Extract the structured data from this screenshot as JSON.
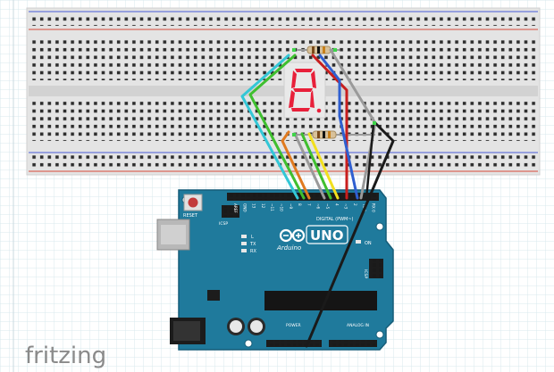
{
  "app": {
    "logo": "fritzing"
  },
  "arduino": {
    "brand": "Arduino",
    "model": "UNO",
    "reset_label": "RESET",
    "icsp_label": "ICSP",
    "icsp2_label": "ICSP",
    "digital_label": "DIGITAL (PWM~)",
    "analog_label": "ANALOG IN",
    "power_label": "POWER",
    "on_label": "ON",
    "tx_label": "TX",
    "rx_label": "RX",
    "l_label": "L",
    "digital_pins": [
      "AREF",
      "GND",
      "13",
      "12",
      "~11",
      "~10",
      "~9",
      "8",
      "7",
      "~6",
      "~5",
      "4",
      "~3",
      "2",
      "TX 1",
      "RX 0"
    ]
  },
  "colors": {
    "grid": "#d9e8ee",
    "breadboard": "#e4e4e4",
    "rail_red": "#d94a3a",
    "rail_blue": "#4a5bd9",
    "board": "#1f7a9c",
    "segment": "#e8203a",
    "wire_cyan": "#33c7d6",
    "wire_orange": "#e07a1f",
    "wire_green": "#3fbf2f",
    "wire_gray": "#9a9a9a",
    "wire_yellow": "#f2e01f",
    "wire_red": "#c81e1e",
    "wire_blue": "#2f5fd0",
    "wire_black": "#1a1a1a"
  }
}
